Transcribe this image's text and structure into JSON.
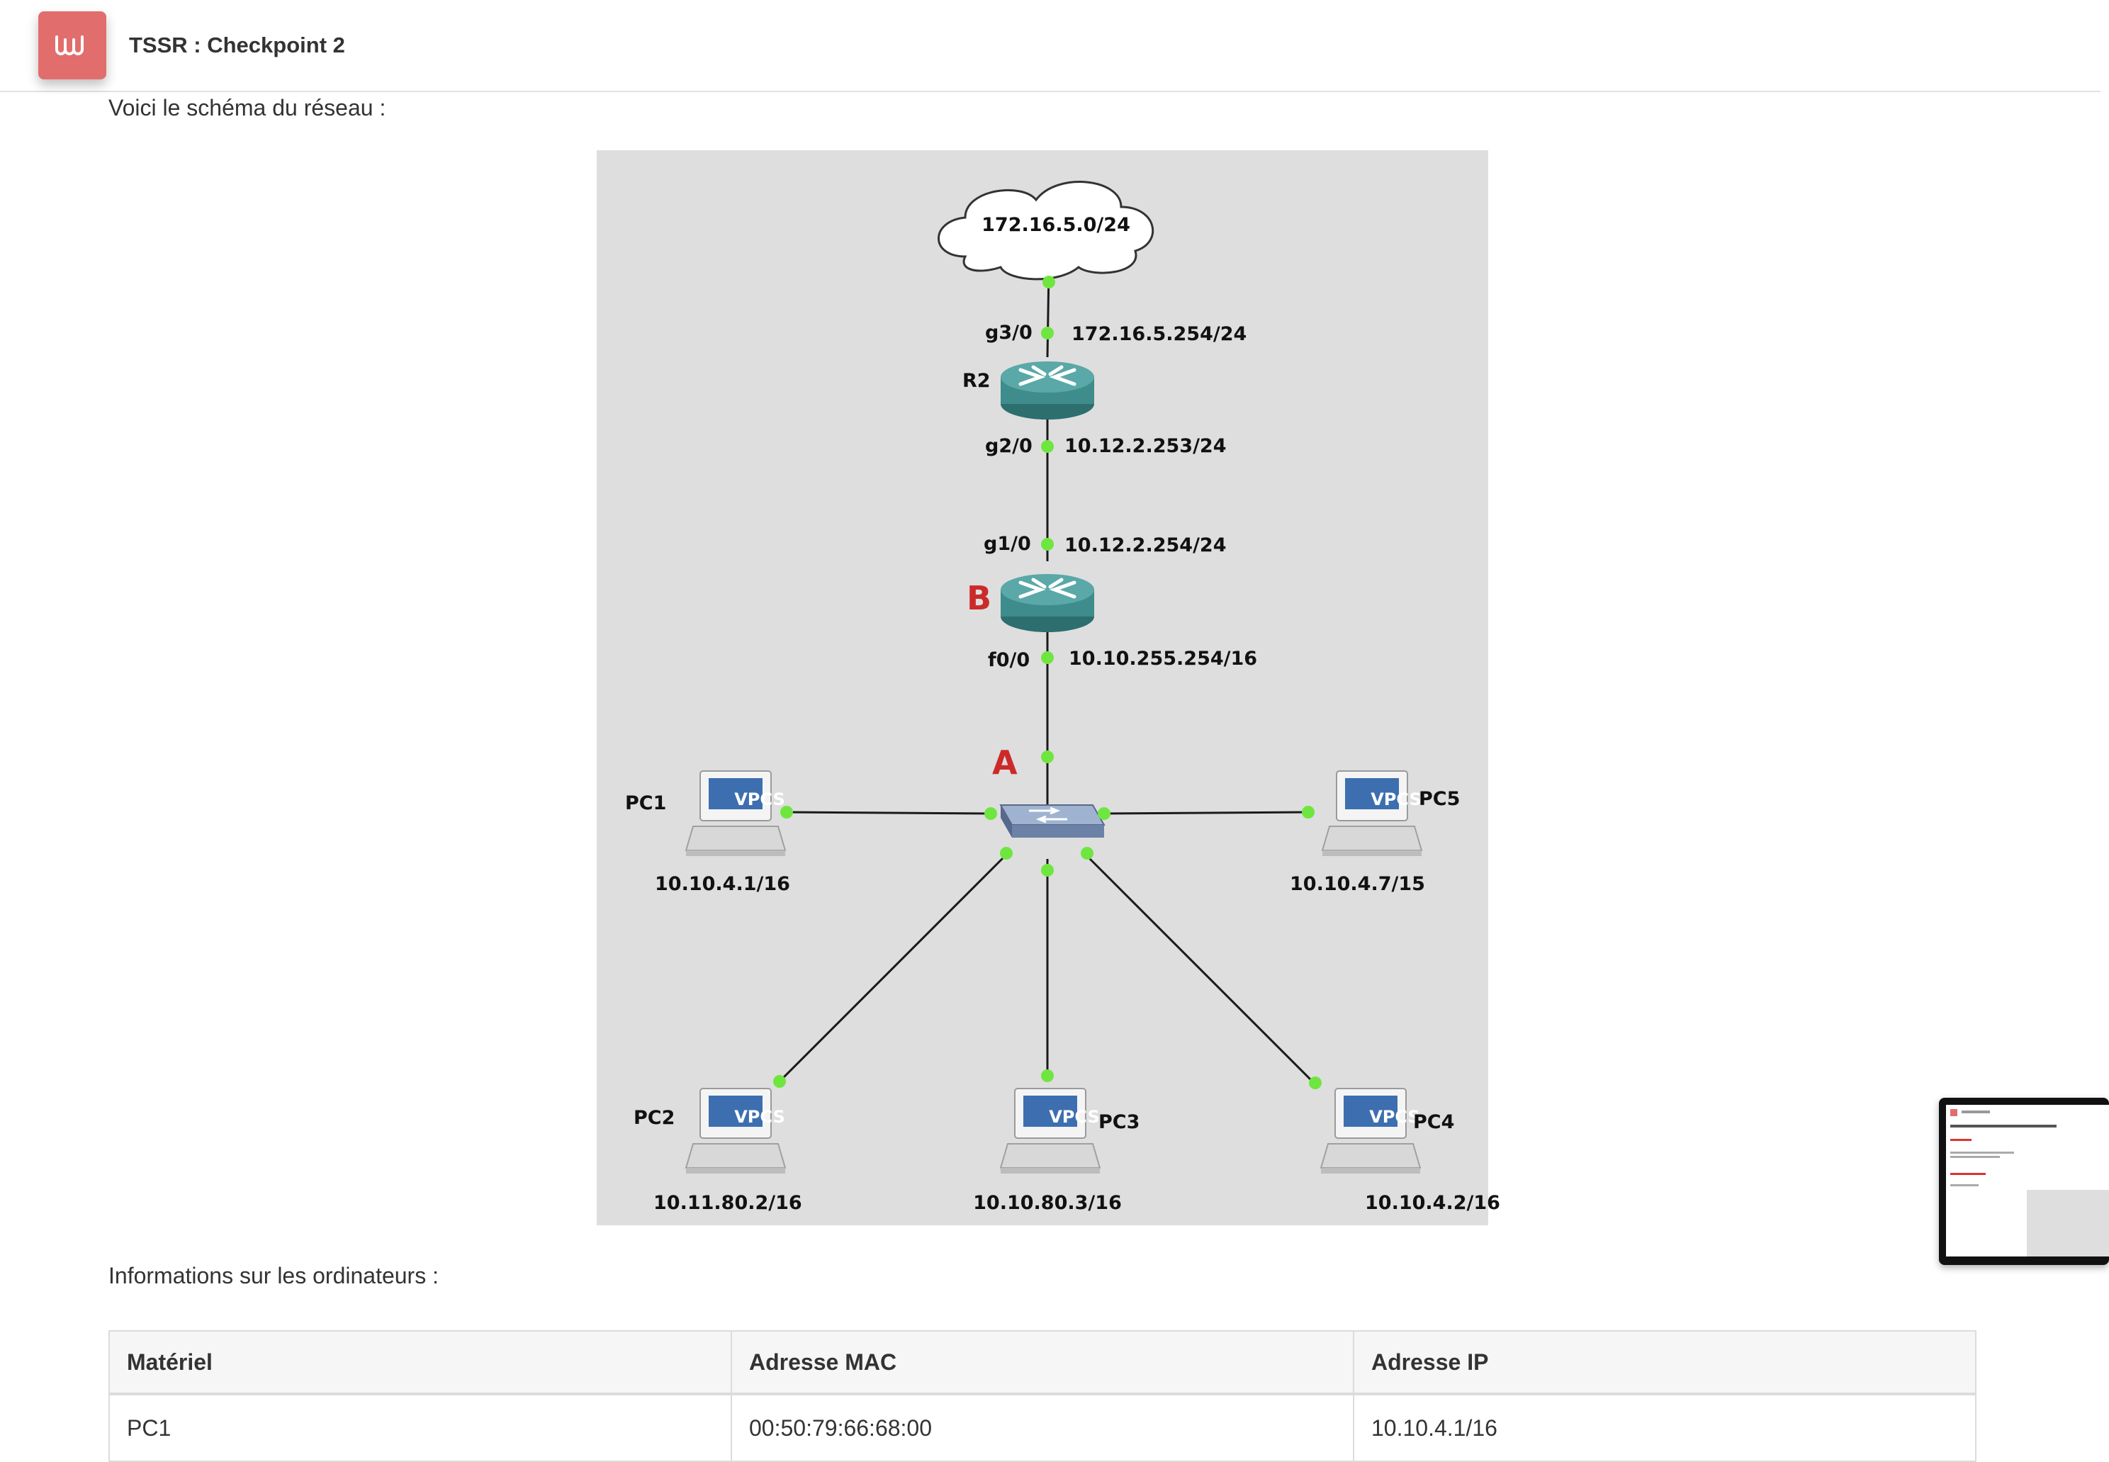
{
  "header": {
    "title": "TSSR : Checkpoint 2",
    "logo_icon": "waves-icon"
  },
  "intro_text": "Voici le schéma du réseau :",
  "diagram": {
    "cloud": "172.16.5.0/24",
    "r2": {
      "name": "R2",
      "g3_port": "g3/0",
      "g3_ip": "172.16.5.254/24",
      "g2_port": "g2/0",
      "g2_ip": "10.12.2.253/24"
    },
    "router_b": {
      "letter": "B",
      "g1_port": "g1/0",
      "g1_ip": "10.12.2.254/24",
      "f0_port": "f0/0",
      "f0_ip": "10.10.255.254/16"
    },
    "switch_letter": "A",
    "vpcs_label": "VPCS",
    "pcs": [
      {
        "name": "PC1",
        "ip": "10.10.4.1/16"
      },
      {
        "name": "PC2",
        "ip": "10.11.80.2/16"
      },
      {
        "name": "PC3",
        "ip": "10.10.80.3/16"
      },
      {
        "name": "PC4",
        "ip": "10.10.4.2/16"
      },
      {
        "name": "PC5",
        "ip": "10.10.4.7/15"
      }
    ],
    "colors": {
      "background": "#dedede",
      "port": "#6fe640",
      "router": "#3e8c8c",
      "switch": "#7d93b5",
      "letter": "#cc2a2a"
    }
  },
  "computers_heading": "Informations sur les ordinateurs :",
  "table": {
    "headers": [
      "Matériel",
      "Adresse MAC",
      "Adresse IP"
    ],
    "rows": [
      [
        "PC1",
        "00:50:79:66:68:00",
        "10.10.4.1/16"
      ]
    ]
  }
}
